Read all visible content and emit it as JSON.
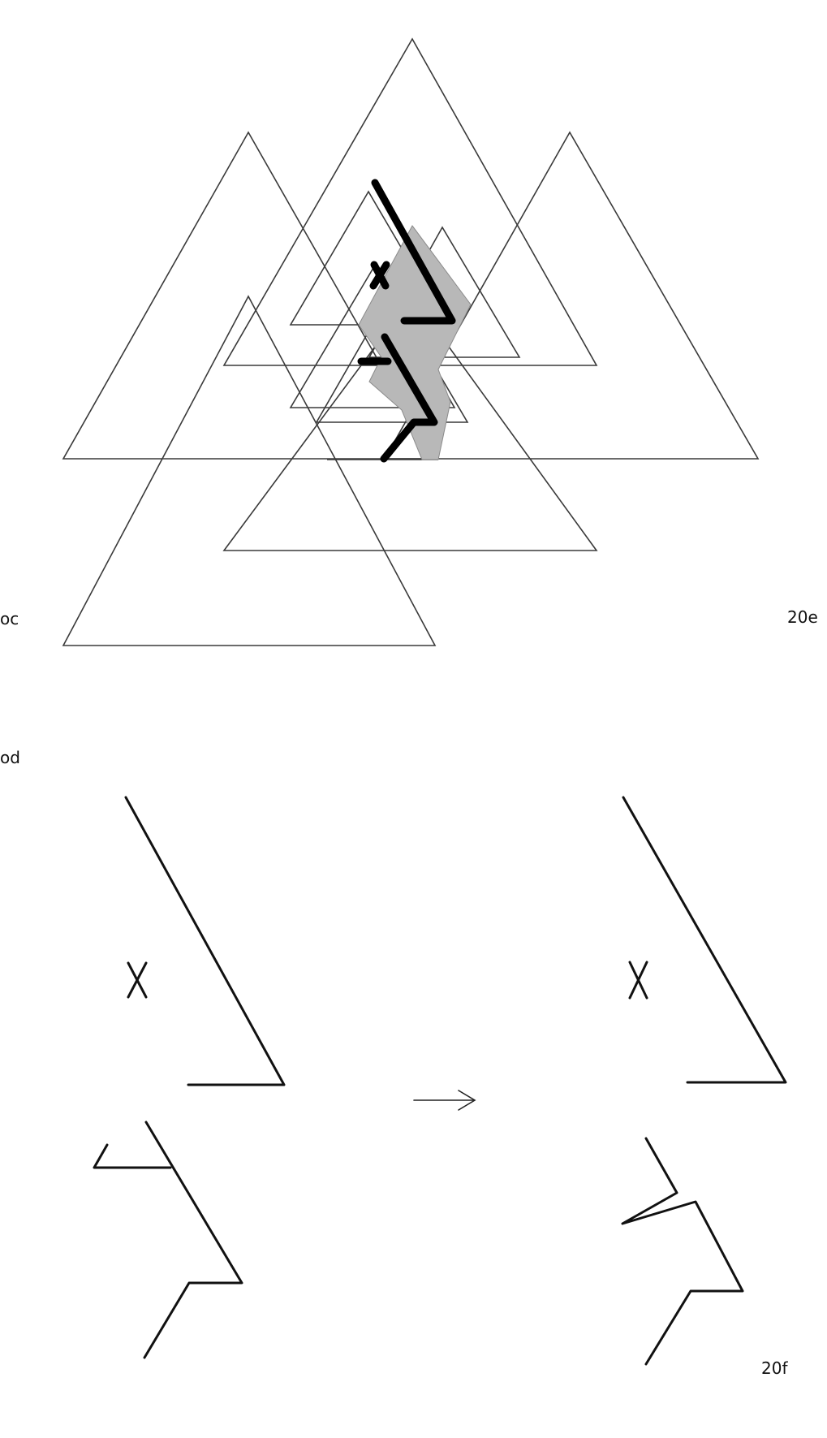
{
  "labels": {
    "top_left": "oc",
    "top_right": "20e",
    "middle_left": "od",
    "bottom_right": "20f"
  },
  "diagram": {
    "bottom_arrow": "→",
    "colors": {
      "outline": "#3a3a3a",
      "heavy_stroke": "#000000",
      "shaded_fill": "#b8b8b8",
      "background": "#ffffff"
    }
  }
}
